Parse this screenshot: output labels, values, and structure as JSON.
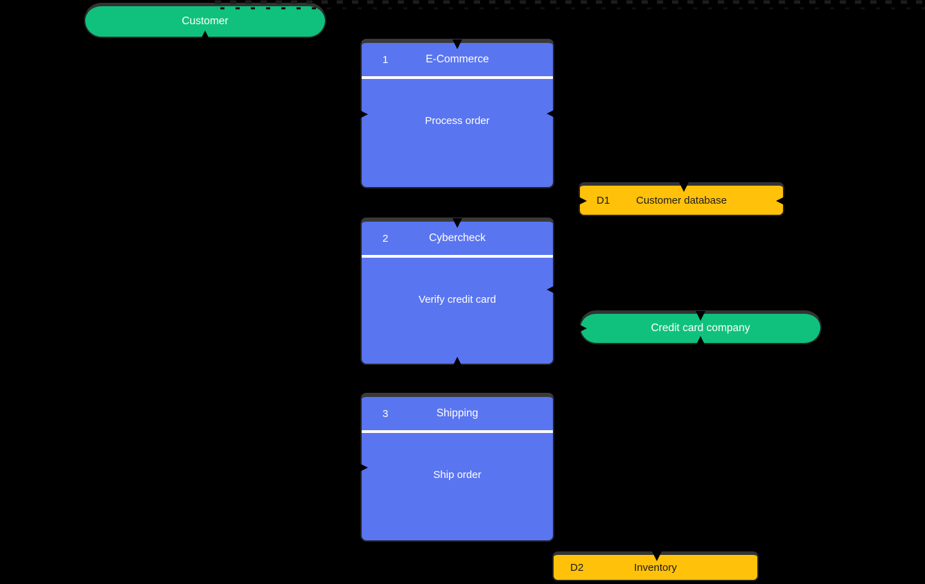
{
  "canvas": {
    "background": "#000000",
    "boundary_style": "dashed-top-edge"
  },
  "palette": {
    "process_fill": "#5A75F0",
    "entity_fill": "#0FC17D",
    "store_fill": "#FFC10A",
    "light_text": "#FFFFFF",
    "dark_text": "#1B1B1B",
    "divider": "#FFFFFF",
    "connector": "#000000"
  },
  "nodes": {
    "customer": {
      "type": "external-entity",
      "label": "Customer"
    },
    "ecommerce": {
      "type": "process",
      "number": "1",
      "title": "E-Commerce",
      "activity": "Process order"
    },
    "d1": {
      "type": "data-store",
      "number": "D1",
      "label": "Customer database"
    },
    "cybercheck": {
      "type": "process",
      "number": "2",
      "title": "Cybercheck",
      "activity": "Verify credit card"
    },
    "credit_card_company": {
      "type": "external-entity",
      "label": "Credit card company"
    },
    "shipping": {
      "type": "process",
      "number": "3",
      "title": "Shipping",
      "activity": "Ship order"
    },
    "d2": {
      "type": "data-store",
      "number": "D2",
      "label": "Inventory"
    }
  }
}
